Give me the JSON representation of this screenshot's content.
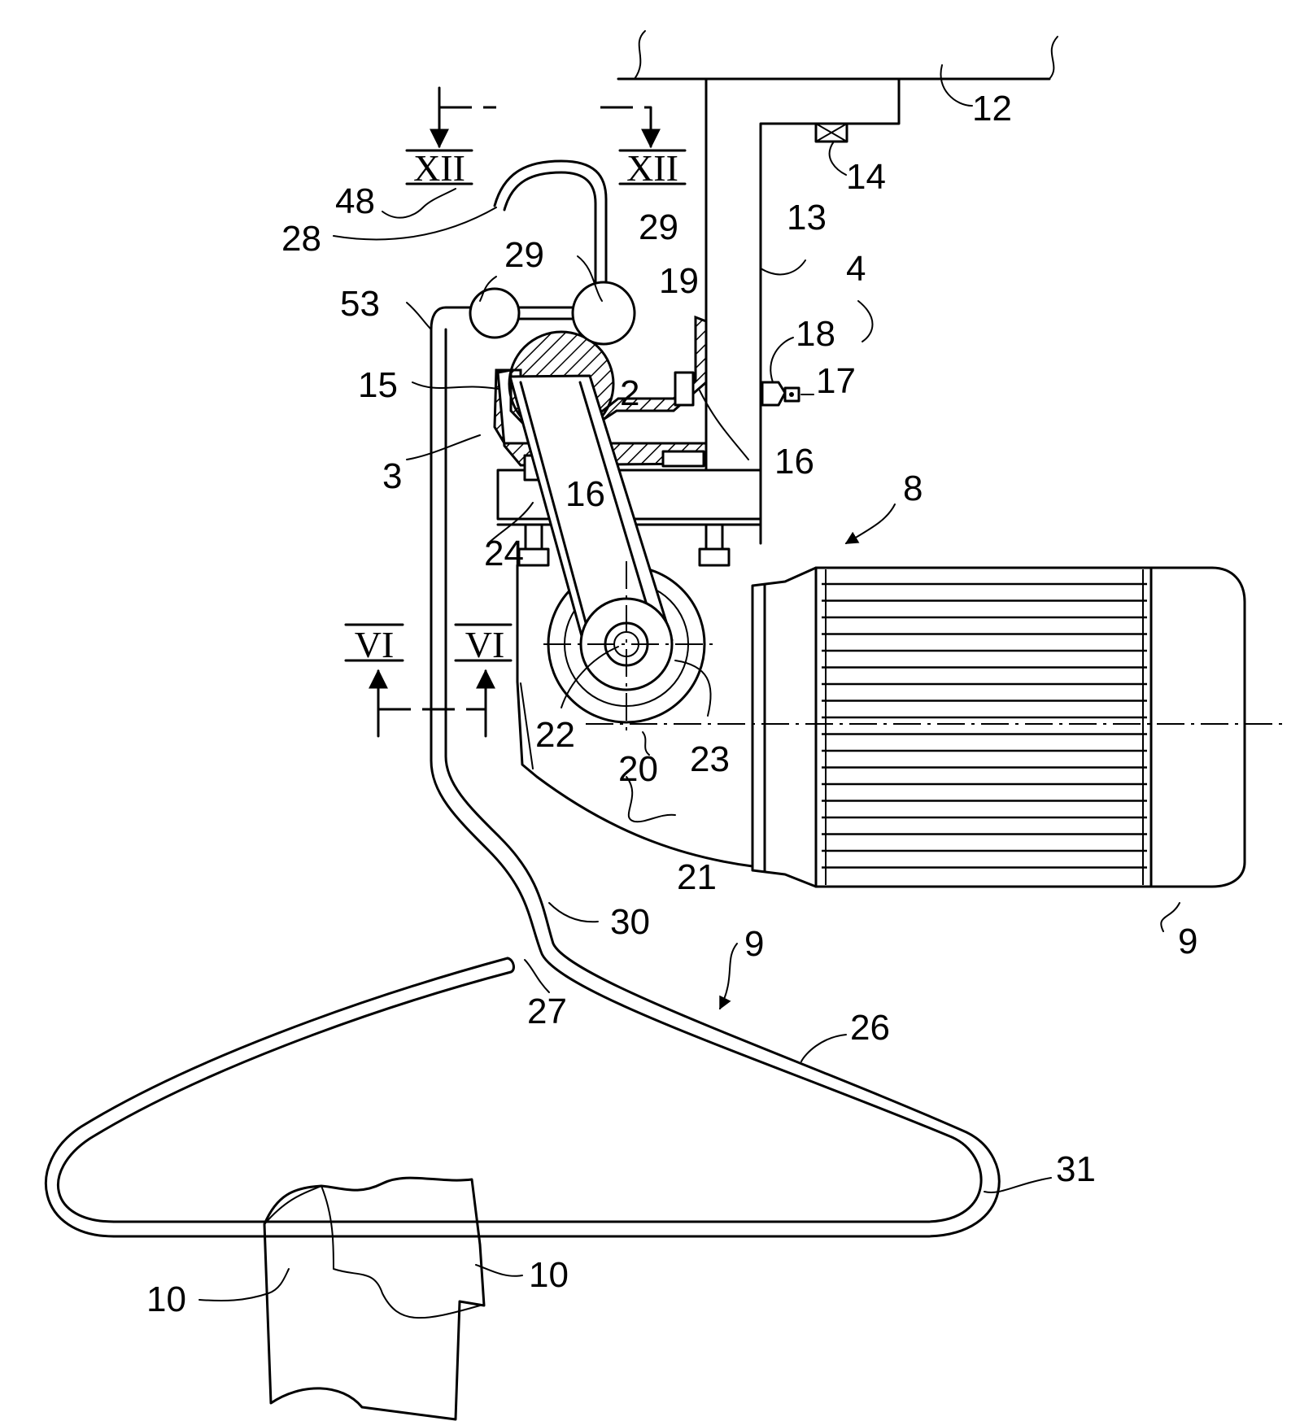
{
  "figure": {
    "reference_numerals": {
      "n12": "12",
      "n14": "14",
      "n13": "13",
      "n4": "4",
      "n18": "18",
      "n17": "17",
      "n16a": "16",
      "n16b": "16",
      "n48": "48",
      "n28": "28",
      "n29a": "29",
      "n29b": "29",
      "n19": "19",
      "n53": "53",
      "n15": "15",
      "n2": "2",
      "n3": "3",
      "n24": "24",
      "n8": "8",
      "n22": "22",
      "n20": "20",
      "n23": "23",
      "n21": "21",
      "n30": "30",
      "n9a": "9",
      "n9b": "9",
      "n27": "27",
      "n26": "26",
      "n31": "31",
      "n10a": "10",
      "n10b": "10"
    },
    "section_markers": {
      "xii_left": "XII",
      "xii_right": "XII",
      "vi_left": "VI",
      "vi_right": "VI"
    }
  }
}
